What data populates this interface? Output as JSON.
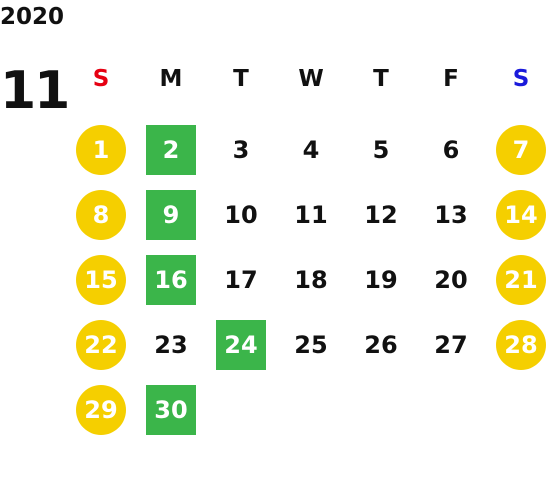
{
  "calendar": {
    "year": "2020",
    "month": "11",
    "colors": {
      "weekend_circle": "#f5cf00",
      "holiday_square": "#3bb54a",
      "sunday_header": "#e60012",
      "saturday_header": "#1a1adb",
      "weekday_text": "#111111",
      "highlight_text": "#ffffff"
    },
    "weekdays": [
      {
        "label": "S",
        "kind": "sunday"
      },
      {
        "label": "M",
        "kind": "weekday"
      },
      {
        "label": "T",
        "kind": "weekday"
      },
      {
        "label": "W",
        "kind": "weekday"
      },
      {
        "label": "T",
        "kind": "weekday"
      },
      {
        "label": "F",
        "kind": "weekday"
      },
      {
        "label": "S",
        "kind": "saturday"
      }
    ],
    "weeks": [
      [
        {
          "day": "1",
          "style": "circle"
        },
        {
          "day": "2",
          "style": "square"
        },
        {
          "day": "3",
          "style": "plain"
        },
        {
          "day": "4",
          "style": "plain"
        },
        {
          "day": "5",
          "style": "plain"
        },
        {
          "day": "6",
          "style": "plain"
        },
        {
          "day": "7",
          "style": "circle"
        }
      ],
      [
        {
          "day": "8",
          "style": "circle"
        },
        {
          "day": "9",
          "style": "square"
        },
        {
          "day": "10",
          "style": "plain"
        },
        {
          "day": "11",
          "style": "plain"
        },
        {
          "day": "12",
          "style": "plain"
        },
        {
          "day": "13",
          "style": "plain"
        },
        {
          "day": "14",
          "style": "circle"
        }
      ],
      [
        {
          "day": "15",
          "style": "circle"
        },
        {
          "day": "16",
          "style": "square"
        },
        {
          "day": "17",
          "style": "plain"
        },
        {
          "day": "18",
          "style": "plain"
        },
        {
          "day": "19",
          "style": "plain"
        },
        {
          "day": "20",
          "style": "plain"
        },
        {
          "day": "21",
          "style": "circle"
        }
      ],
      [
        {
          "day": "22",
          "style": "circle"
        },
        {
          "day": "23",
          "style": "plain"
        },
        {
          "day": "24",
          "style": "square"
        },
        {
          "day": "25",
          "style": "plain"
        },
        {
          "day": "26",
          "style": "plain"
        },
        {
          "day": "27",
          "style": "plain"
        },
        {
          "day": "28",
          "style": "circle"
        }
      ],
      [
        {
          "day": "29",
          "style": "circle"
        },
        {
          "day": "30",
          "style": "square"
        }
      ]
    ]
  }
}
